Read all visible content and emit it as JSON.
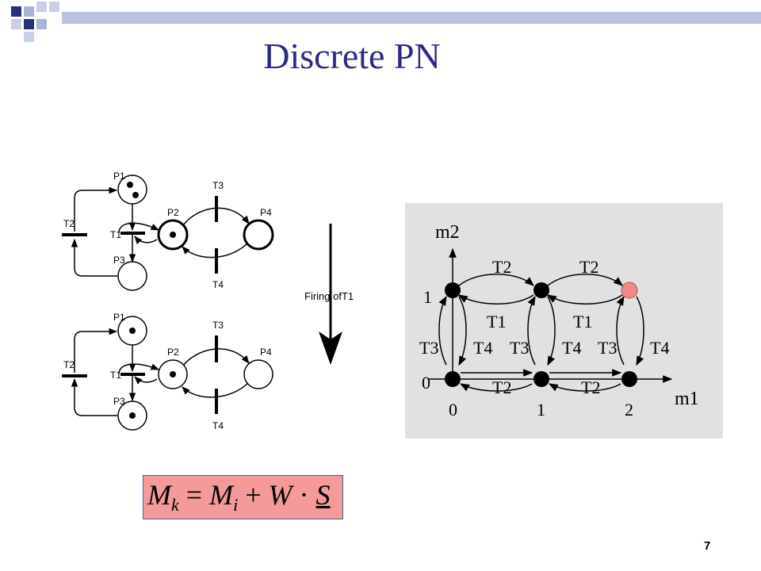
{
  "slide": {
    "title": "Discrete PN",
    "page_number": "7"
  },
  "petri_net_before": {
    "places": {
      "p1": "P1",
      "p2": "P2",
      "p3": "P3",
      "p4": "P4"
    },
    "transitions": {
      "t1": "T1",
      "t2": "T2",
      "t3": "T3",
      "t4": "T4"
    },
    "tokens": {
      "P1": 2,
      "P2": 1,
      "P3": 0,
      "P4": 0
    }
  },
  "petri_net_after": {
    "places": {
      "p1": "P1",
      "p2": "P2",
      "p3": "P3",
      "p4": "P4"
    },
    "transitions": {
      "t1": "T1",
      "t2": "T2",
      "t3": "T3",
      "t4": "T4"
    },
    "tokens": {
      "P1": 1,
      "P2": 1,
      "P3": 1,
      "P4": 0
    }
  },
  "arrow_label": "Firing ofT1",
  "reachability_graph": {
    "axis_m1": "m1",
    "axis_m2": "m2",
    "m1_ticks": [
      "0",
      "1",
      "2"
    ],
    "m2_ticks": [
      "0",
      "1"
    ],
    "top_labels": [
      "T2",
      "T2"
    ],
    "middle_labels": [
      "T1",
      "T1"
    ],
    "bottom_labels": [
      "T2",
      "T2"
    ],
    "vertical_labels": [
      "T3",
      "T4",
      "T3",
      "T4",
      "T3",
      "T4"
    ],
    "highlight_color": "#f08a8a",
    "node_color": "#000000"
  },
  "formula": {
    "M": "M",
    "k": "k",
    "eq": " = ",
    "i": "i",
    "plus": " + ",
    "W": "W",
    "dot": " · ",
    "S": "S"
  }
}
